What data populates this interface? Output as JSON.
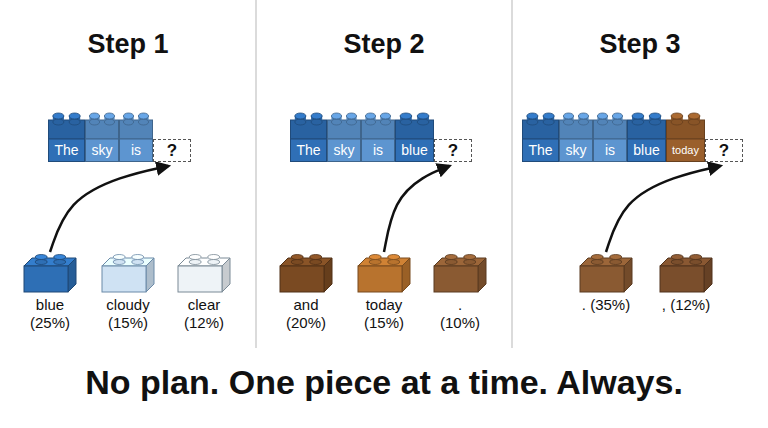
{
  "diagram": {
    "caption": "No plan. One piece at a time. Always.",
    "nodes": [
      {
        "text": [
          "The"
        ]
      },
      {
        "text": [
          "sky"
        ]
      },
      {
        "text": [
          "is"
        ]
      },
      {
        "text": [
          "?"
        ]
      },
      {
        "text": [
          "blue",
          "(25%)"
        ]
      },
      {
        "text": [
          "cloudy",
          "(15%)"
        ]
      },
      {
        "text": [
          "clear",
          "(12%)"
        ]
      },
      {
        "text": [
          "The"
        ]
      },
      {
        "text": [
          "sky"
        ]
      },
      {
        "text": [
          "is"
        ]
      },
      {
        "text": [
          "blue"
        ]
      },
      {
        "text": [
          "?"
        ]
      },
      {
        "text": [
          "and",
          "(20%)"
        ]
      },
      {
        "text": [
          "today",
          "(15%)"
        ]
      },
      {
        "text": [
          ".",
          "(10%)"
        ]
      },
      {
        "text": [
          "The"
        ]
      },
      {
        "text": [
          "sky"
        ]
      },
      {
        "text": [
          "is"
        ]
      },
      {
        "text": [
          "blue"
        ]
      },
      {
        "text": [
          "today"
        ]
      },
      {
        "text": [
          "?"
        ]
      },
      {
        "text": [
          ". (35%)"
        ]
      },
      {
        "text": [
          ", (12%)"
        ]
      }
    ],
    "edges": [
      {
        "from": 4,
        "to": 3,
        "arrow": "to"
      },
      {
        "from": 13,
        "to": 11,
        "arrow": "to"
      },
      {
        "from": 21,
        "to": 20,
        "arrow": "to"
      }
    ],
    "labels": [
      "Step 1",
      "Step 2",
      "Step 3"
    ]
  }
}
